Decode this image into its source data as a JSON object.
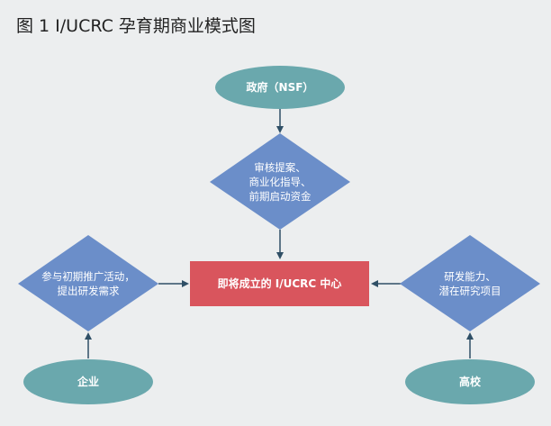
{
  "title": "图 1  I/UCRC 孕育期商业模式图",
  "nodes": {
    "government": "政府（NSF）",
    "review": [
      "审核提案、",
      "商业化指导、",
      "前期启动资金"
    ],
    "enterprise_action": [
      "参与初期推广活动，",
      "提出研发需求"
    ],
    "center": "即将成立的 I/UCRC 中心",
    "university_action": [
      "研发能力、",
      "潜在研究项目"
    ],
    "enterprise": "企业",
    "university": "高校"
  },
  "colors": {
    "background": "#eceeef",
    "ellipse": "#6aa8ad",
    "diamond": "#6b8ec9",
    "center_box": "#d9555d",
    "arrow": "#2f4f66"
  }
}
